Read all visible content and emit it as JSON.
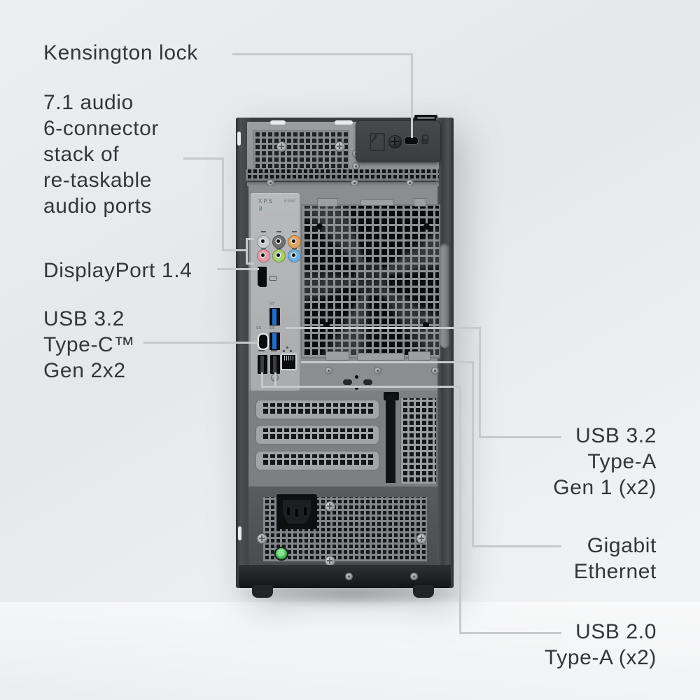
{
  "callouts": {
    "kensington": {
      "text": "Kensington lock"
    },
    "audio": {
      "lines": [
        "7.1 audio",
        "6-connector",
        "stack of",
        "re-taskable",
        "audio ports"
      ]
    },
    "displayport": {
      "text": "DisplayPort 1.4"
    },
    "usb_c": {
      "lines": [
        "USB 3.2",
        "Type-C™",
        "Gen 2x2"
      ]
    },
    "usb_a": {
      "lines": [
        "USB 3.2",
        "Type-A",
        "Gen 1 (x2)"
      ]
    },
    "ethernet": {
      "lines": [
        "Gigabit",
        "Ethernet"
      ]
    },
    "usb_20": {
      "lines": [
        "USB 2.0",
        "Type-A (x2)"
      ]
    }
  },
  "chassis": {
    "brand": "XPS",
    "model": "8960",
    "badge": "8",
    "port_markings": {
      "usb3_top": "SS",
      "usbc": "SS",
      "usb3_bottom": "SS"
    }
  },
  "colors": {
    "line": "#c7cacc",
    "text": "#33363a",
    "audio_jacks": {
      "rear_out": "#c9cbcd",
      "center_sub": "#707376",
      "side_out": "#e2a35c",
      "mic_in": "#e59aa6",
      "line_out": "#a6d06c",
      "line_in": "#6fb1dd"
    },
    "usb3_tongue": "#1e6ed0",
    "power_led": "#35a748"
  }
}
